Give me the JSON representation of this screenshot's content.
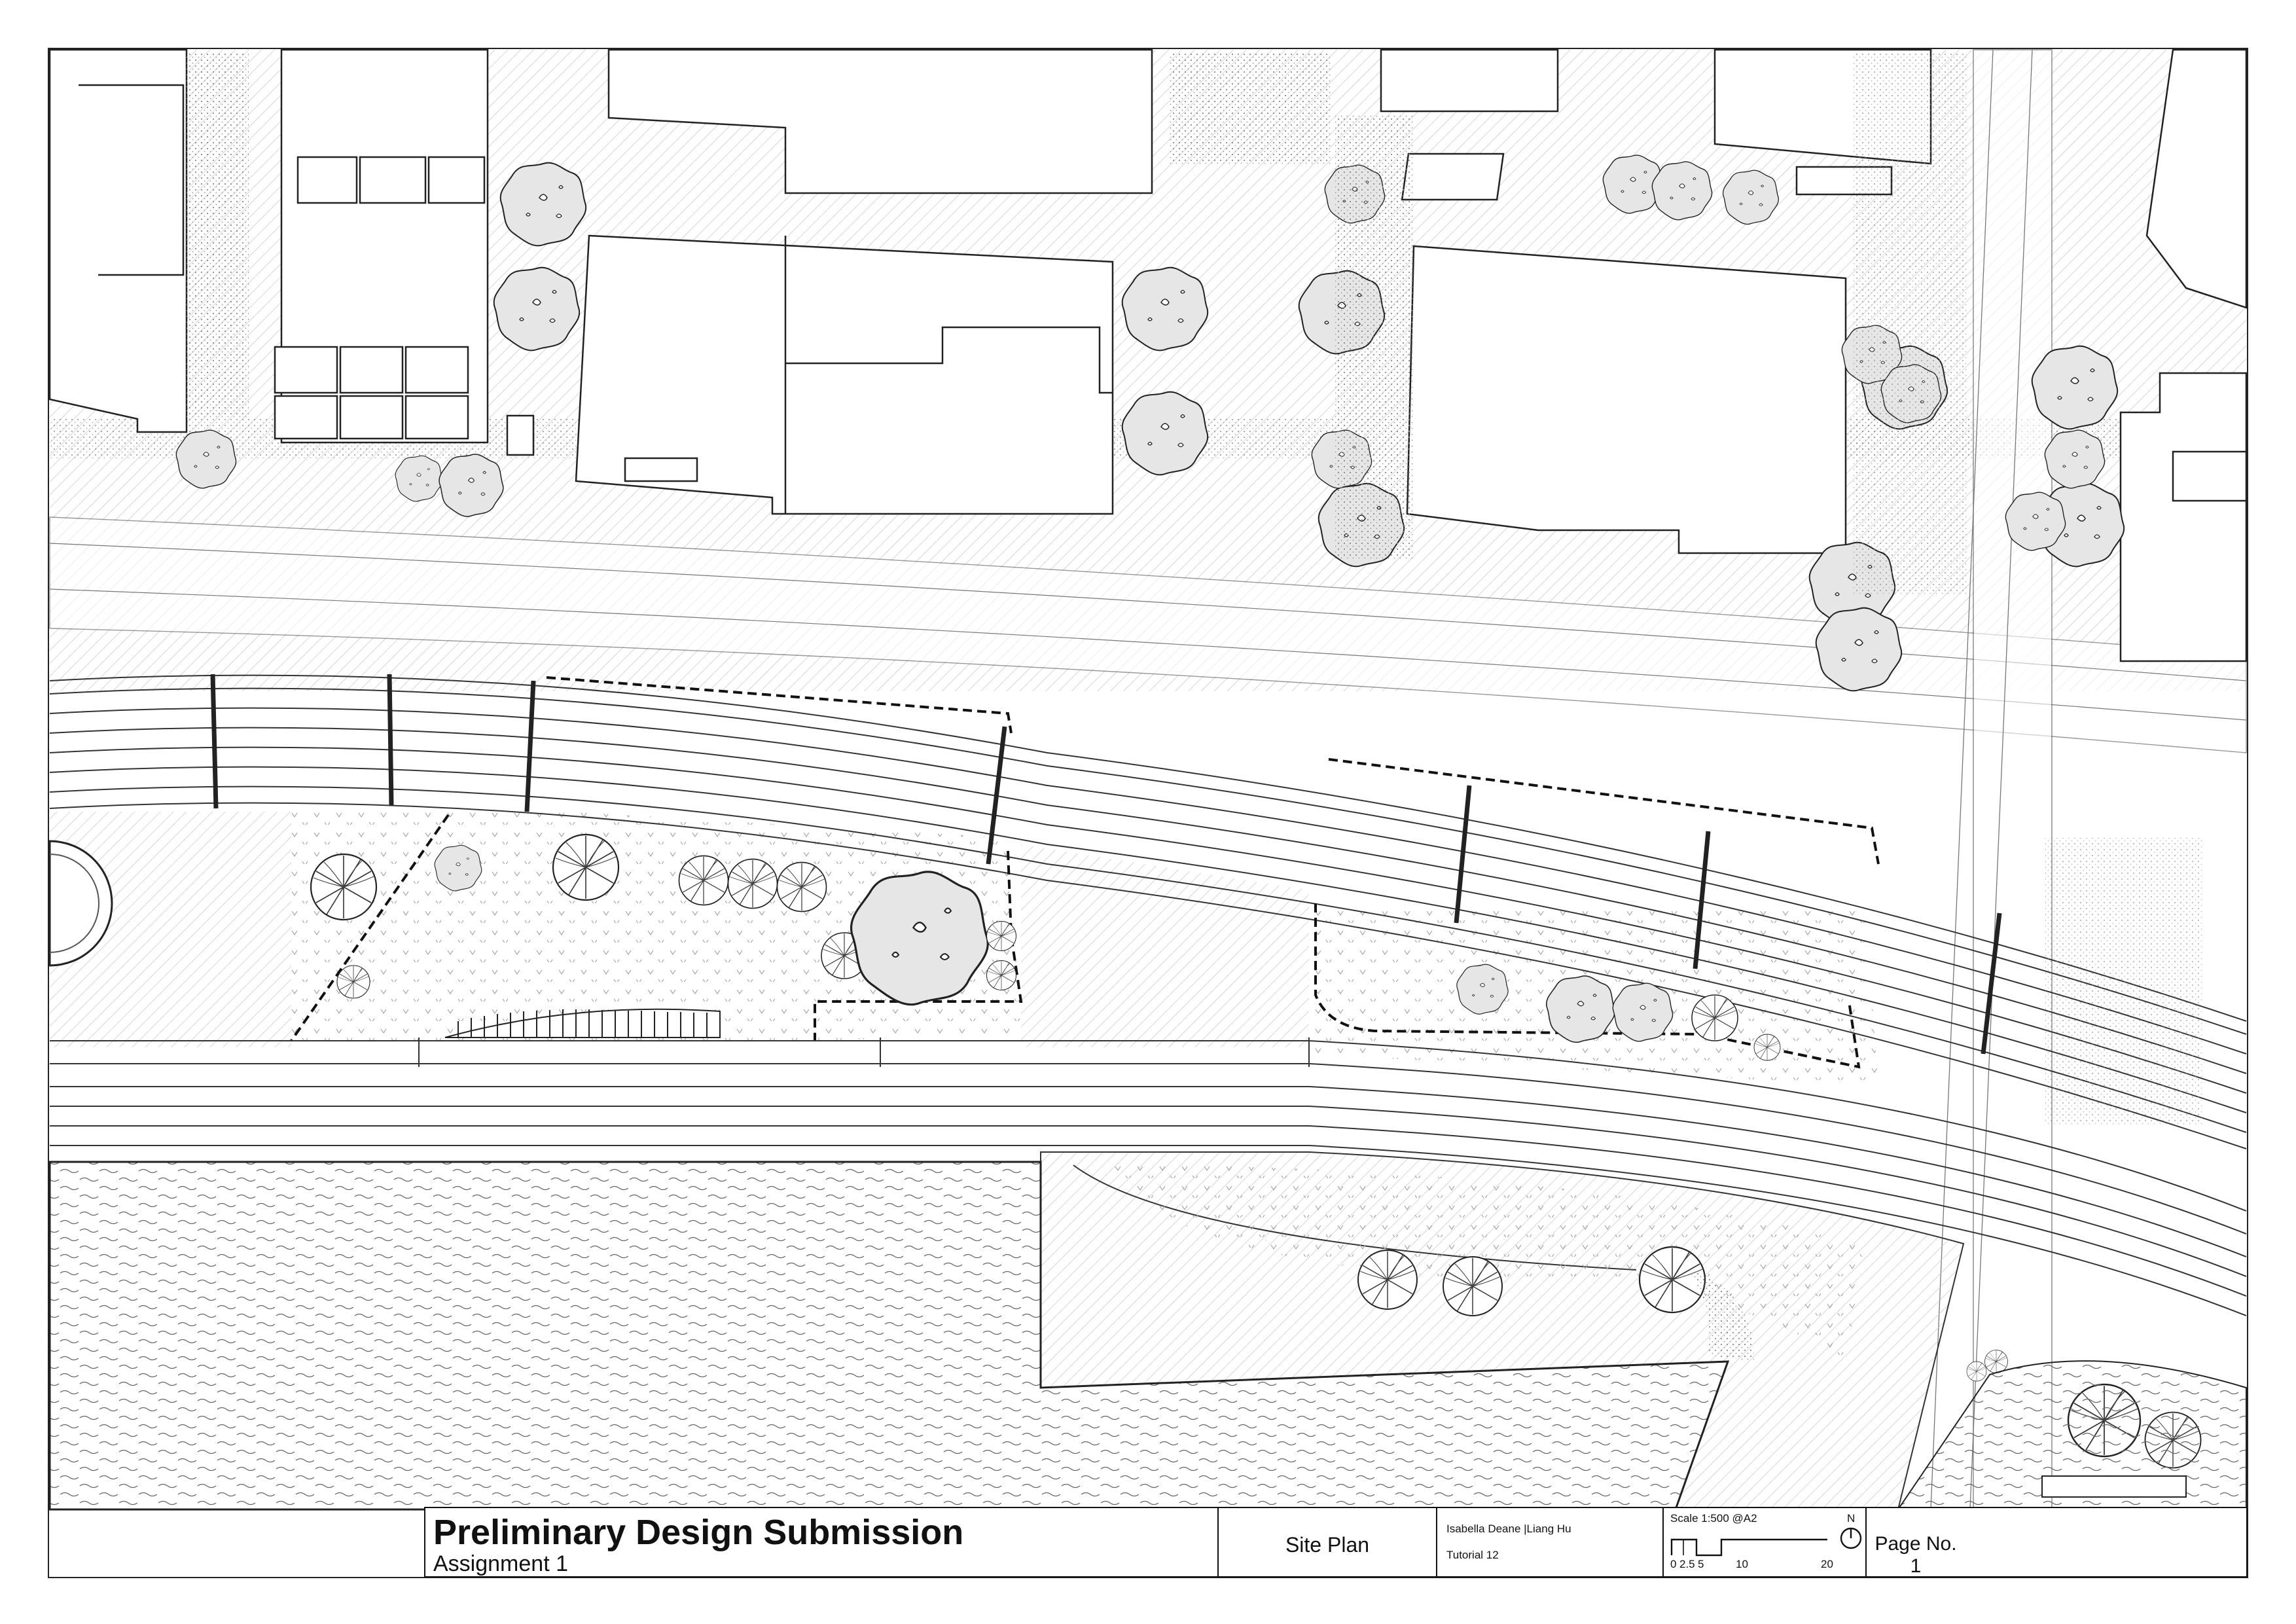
{
  "title_block": {
    "project_title": "Preliminary Design Submission",
    "assignment": "Assignment 1",
    "drawing_title": "Site Plan",
    "authors": "Isabella Deane |Liang Hu",
    "tutorial": "Tutorial 12",
    "scale": "Scale 1:500 @A2",
    "scale_ticks": [
      "0",
      "2.5",
      "5",
      "10",
      "20"
    ],
    "north_label": "N",
    "page": "Page No. 1"
  },
  "colors": {
    "line": "#222222",
    "tree_fill": "#e6e6e6",
    "paving_hatch": "#bdbdbd",
    "water_line": "#555555",
    "boundary_dashed": "#111111"
  },
  "icons": [
    "north-arrow-icon",
    "tree-icon",
    "scale-bar-icon"
  ]
}
